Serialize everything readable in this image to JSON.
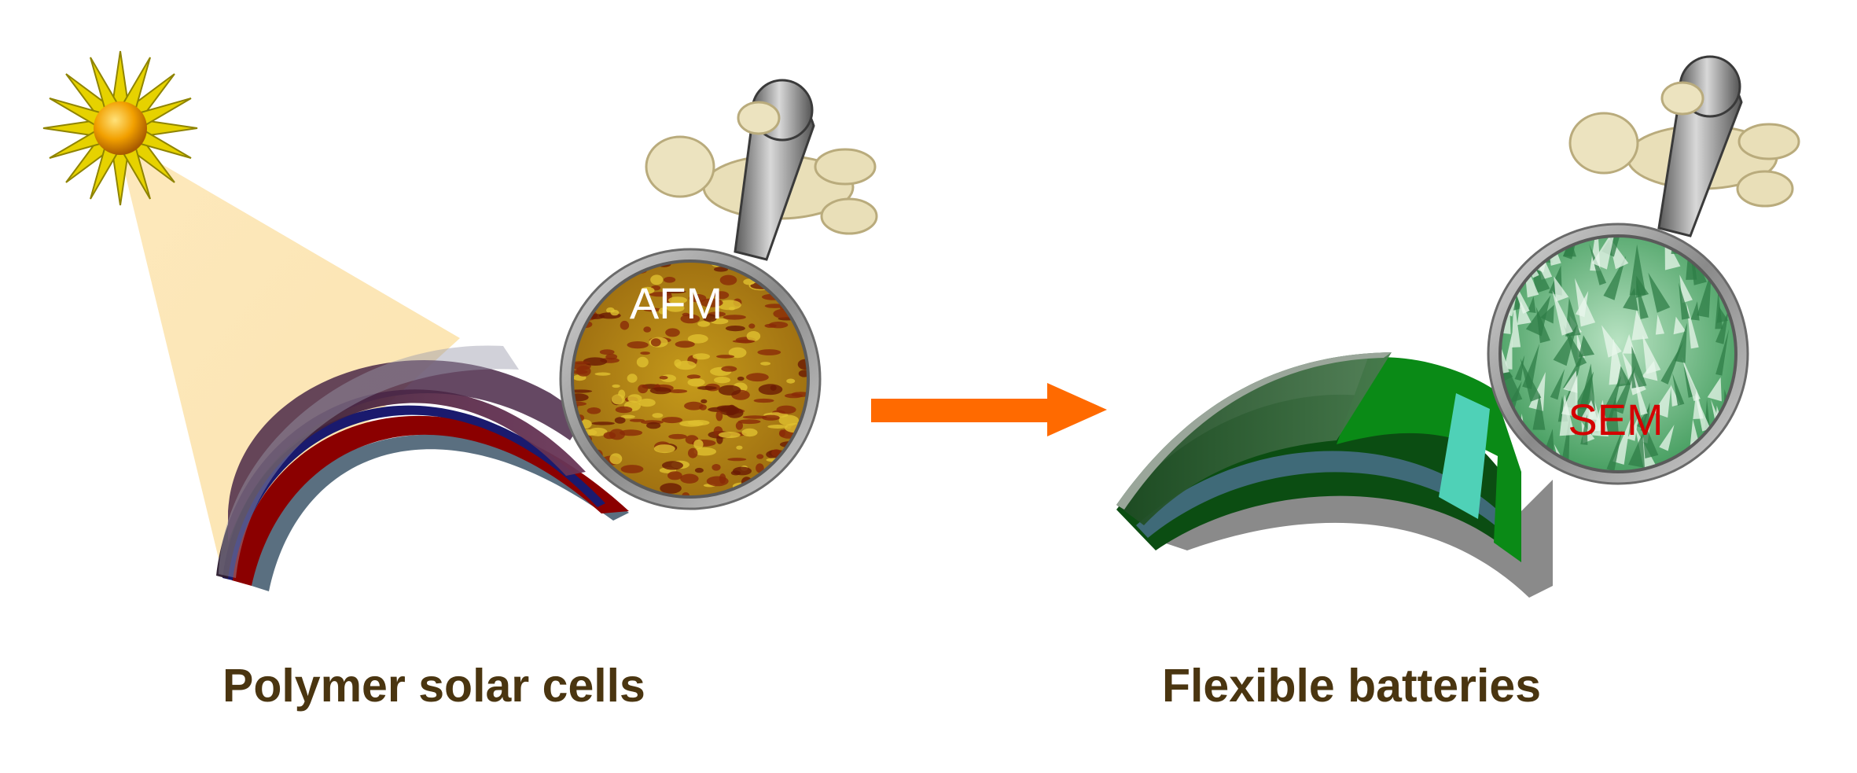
{
  "captions": {
    "left": "Polymer solar cells",
    "right": "Flexible batteries"
  },
  "magnifiers": {
    "left_label": "AFM",
    "right_label": "SEM"
  },
  "icons": {
    "light_source": "sun-icon",
    "transition": "arrow-right-icon",
    "inspector": "figure-with-magnifier-icon"
  },
  "colors": {
    "caption": "#4a3510",
    "arrow": "#ff6a00",
    "afm_label": "#ffffff",
    "sem_label": "#d40000",
    "solar_red_layer": "#8b0000",
    "battery_green": "#0a7d0a",
    "battery_cyan": "#4fd1b7"
  }
}
